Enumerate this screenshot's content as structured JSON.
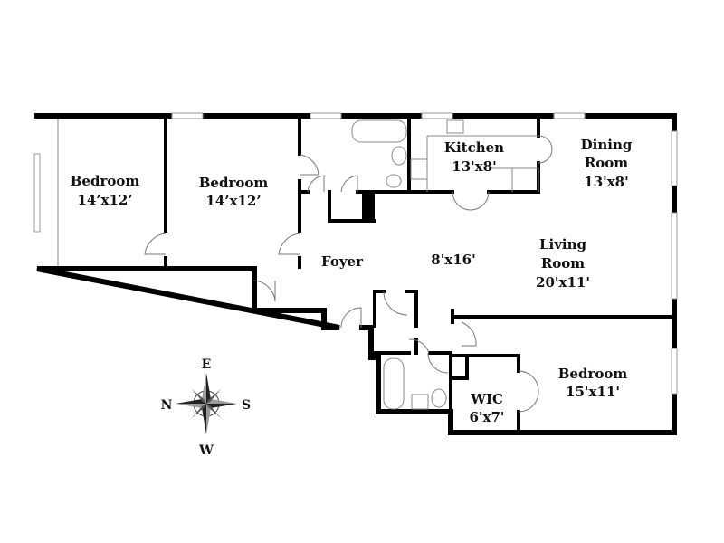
{
  "rooms": {
    "bedroom1": {
      "name": "Bedroom",
      "size": "14’x12’"
    },
    "bedroom2": {
      "name": "Bedroom",
      "size": "14’x12’"
    },
    "foyer": {
      "name": "Foyer",
      "size": "8'x16'"
    },
    "kitchen": {
      "name": "Kitchen",
      "size": "13'x8'"
    },
    "dining": {
      "name1": "Dining",
      "name2": "Room",
      "size": "13'x8'"
    },
    "living": {
      "name1": "Living",
      "name2": "Room",
      "size": "20'x11'"
    },
    "bedroom3": {
      "name": "Bedroom",
      "size": "15'x11'"
    },
    "wic": {
      "name": "WIC",
      "size": "6'x7'"
    }
  },
  "compass": {
    "top": "E",
    "left": "N",
    "right": "S",
    "bottom": "W"
  }
}
